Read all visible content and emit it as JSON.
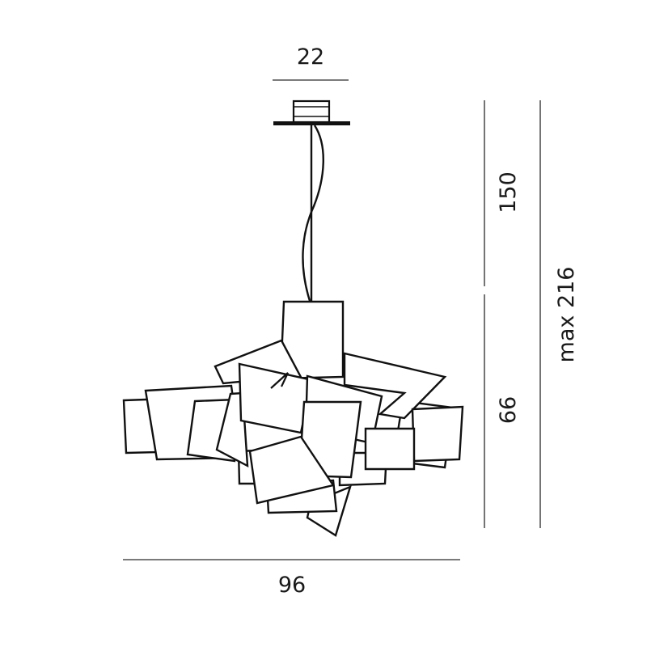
{
  "dimensions": {
    "canopy_width": "22",
    "cable_length": "150",
    "body_height": "66",
    "max_height": "max 216",
    "body_width": "96"
  },
  "colors": {
    "line": "#111111",
    "background": "#ffffff"
  }
}
